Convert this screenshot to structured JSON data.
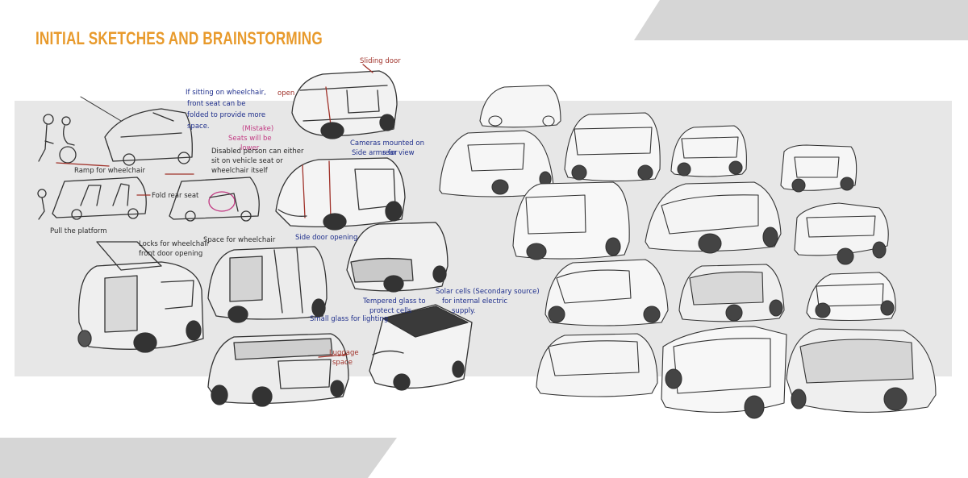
{
  "page": {
    "title": "INITIAL SKETCHES AND BRAINSTORMING"
  },
  "colors": {
    "title": "#e89a2c",
    "band": "#e7e7e7",
    "stripe": "#d6d6d6",
    "ink": "#333333",
    "annotation_blue": "#1f2f8c",
    "annotation_red": "#a0322a",
    "annotation_pink": "#c23a83"
  },
  "annotations": {
    "sliding_door": "Sliding door",
    "open": "open",
    "wheelchair_note_1": "If sitting on wheelchair,",
    "wheelchair_note_2": "front seat can be",
    "wheelchair_note_3": "folded to provide more",
    "wheelchair_note_4": "space.",
    "seats_lower_1": "(Mistake)",
    "seats_lower_2": "Seats will be",
    "seats_lower_3": "lower",
    "disabled_1": "Disabled person can either",
    "disabled_2": "sit on vehicle seat or",
    "disabled_3": "wheelchair itself",
    "cameras_1": "Cameras mounted on",
    "cameras_2": "Side arms for",
    "cameras_3": "rear view",
    "ramp": "Ramp for wheelchair",
    "fold_rear_seat": "Fold rear seat",
    "pull_platform": "Pull the platform",
    "space_wheelchair": "Space for wheelchair",
    "side_door": "Side door opening",
    "locks_1": "Locks for wheelchair",
    "locks_2": "front door opening",
    "solar_1": "Solar cells (Secondary source)",
    "solar_2": "for internal electric",
    "solar_3": "supply.",
    "tempered_1": "Tempered glass to",
    "tempered_2": "protect cells",
    "small_glass": "Small glass for lighting",
    "luggage_1": "Luggage",
    "luggage_2": "space"
  }
}
